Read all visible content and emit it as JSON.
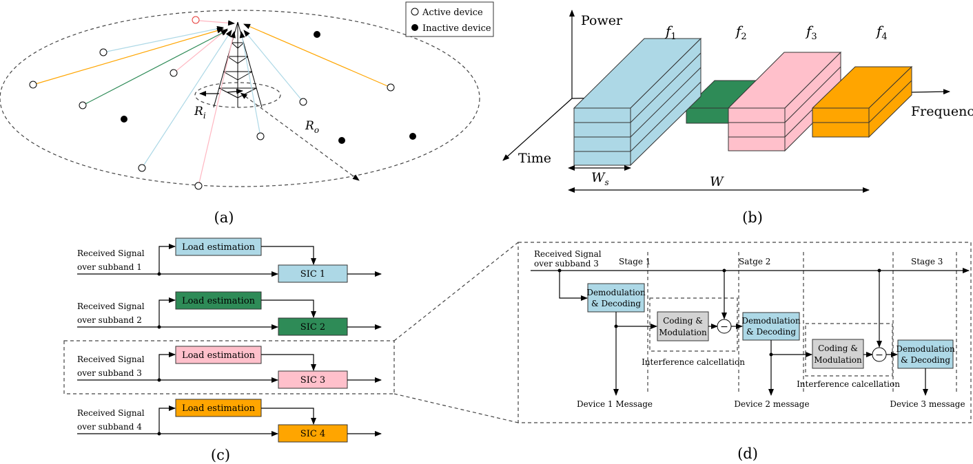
{
  "panel_a": {
    "caption": "(a)",
    "legend": {
      "active": "Active device",
      "inactive": "Inactive device"
    },
    "labels": {
      "ri": "R",
      "ri_sub": "i",
      "ro": "R",
      "ro_sub": "o"
    }
  },
  "panel_b": {
    "caption": "(b)",
    "axes": {
      "power": "Power",
      "frequency": "Frequency",
      "time": "Time"
    },
    "bands": [
      {
        "label": "f",
        "sub": "1",
        "color": "#add8e6"
      },
      {
        "label": "f",
        "sub": "2",
        "color": "#2e8b57"
      },
      {
        "label": "f",
        "sub": "3",
        "color": "#ffc0cb"
      },
      {
        "label": "f",
        "sub": "4",
        "color": "#ffa500"
      }
    ],
    "ws": "W",
    "ws_sub": "s",
    "w": "W"
  },
  "panel_c": {
    "caption": "(c)",
    "rows": [
      {
        "line1": "Received Signal",
        "line2": "over subband 1",
        "load": "Load estimation",
        "sic": "SIC 1",
        "color": "#add8e6"
      },
      {
        "line1": "Received Signal",
        "line2": "over subband 2",
        "load": "Load estimation",
        "sic": "SIC 2",
        "color": "#2e8b57"
      },
      {
        "line1": "Received Signal",
        "line2": "over subband 3",
        "load": "Load estimation",
        "sic": "SIC 3",
        "color": "#ffc0cb"
      },
      {
        "line1": "Received Signal",
        "line2": "over subband 4",
        "load": "Load estimation",
        "sic": "SIC 4",
        "color": "#ffa500"
      }
    ]
  },
  "panel_d": {
    "caption": "(d)",
    "input_line1": "Received Signal",
    "input_line2": "over subband 3",
    "stages": [
      "Stage 1",
      "Satge 2",
      "Stage 3"
    ],
    "demod_line1": "Demodulation",
    "demod_line2": "& Decoding",
    "coding_line1": "Coding &",
    "coding_line2": "Modulation",
    "interference": "Interference calcellation",
    "outputs": [
      "Device 1 Message",
      "Device 2 message",
      "Device 3 message"
    ],
    "minus": "−"
  }
}
